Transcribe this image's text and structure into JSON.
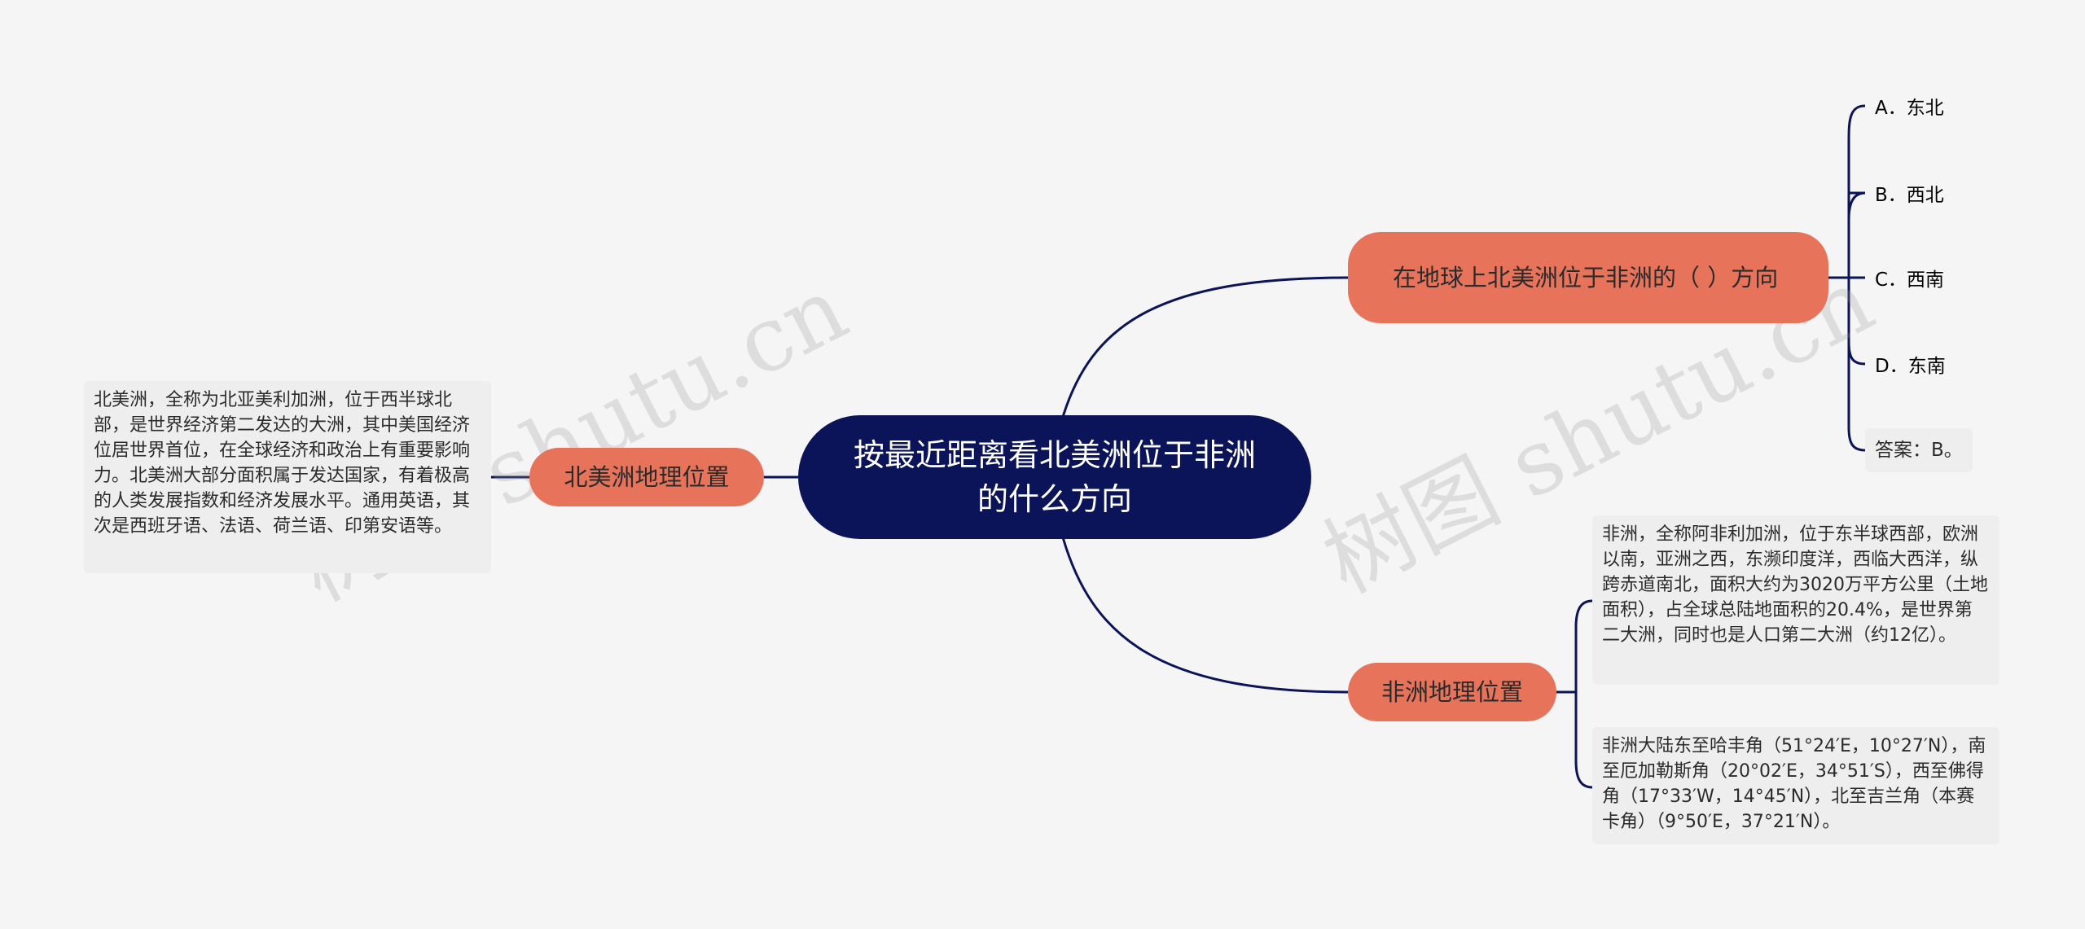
{
  "root": {
    "text": "按最近距离看北美洲位于非洲的什么方向"
  },
  "question": {
    "text": "在地球上北美洲位于非洲的（ ）方向",
    "options": [
      "A．东北",
      "B．西北",
      "C．西南",
      "D．东南"
    ],
    "answer": "答案：B。"
  },
  "north_america": {
    "label": "北美洲地理位置",
    "description": "北美洲，全称为北亚美利加洲，位于西半球北部，是世界经济第二发达的大洲，其中美国经济位居世界首位，在全球经济和政治上有重要影响力。北美洲大部分面积属于发达国家，有着极高的人类发展指数和经济发展水平。通用英语，其次是西班牙语、法语、荷兰语、印第安语等。"
  },
  "africa": {
    "label": "非洲地理位置",
    "description1": "非洲，全称阿非利加洲，位于东半球西部，欧洲以南，亚洲之西，东濒印度洋，西临大西洋，纵跨赤道南北，面积大约为3020万平方公里（土地面积），占全球总陆地面积的20.4%，是世界第二大洲，同时也是人口第二大洲（约12亿）。",
    "description2": "非洲大陆东至哈丰角（51°24′E，10°27′N），南至厄加勒斯角（20°02′E，34°51′S），西至佛得角（17°33′W，14°45′N），北至吉兰角（本赛卡角）（9°50′E，37°21′N）。"
  },
  "watermark": [
    "树图 shutu.cn",
    "树图 shutu.cn"
  ],
  "colors": {
    "root": "#0c1459",
    "branch": "#e8735b",
    "line": "#0c1459",
    "leaf_bg": "#eeeeee",
    "background": "#f5f5f5"
  }
}
